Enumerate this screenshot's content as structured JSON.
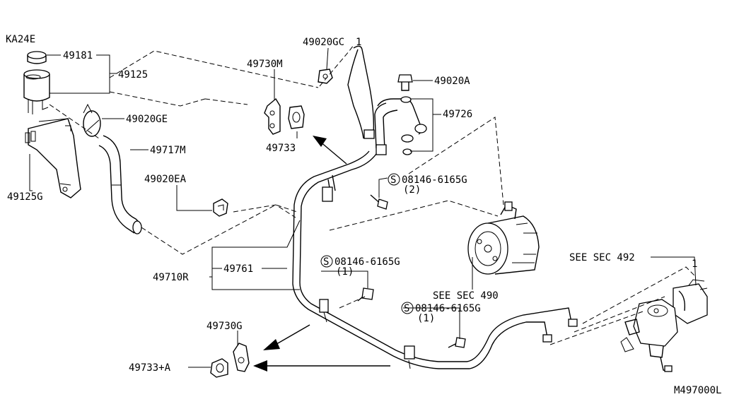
{
  "diagram": {
    "engine": "KA24E",
    "drawing_number": "M497000L",
    "parts": {
      "p49181": "49181",
      "p49125": "49125",
      "p49020GE": "49020GE",
      "p49717M": "49717M",
      "p49125G": "49125G",
      "p49020EA": "49020EA",
      "p49020GC": "49020GC",
      "p49730M": "49730M",
      "p49733": "49733",
      "p49020A": "49020A",
      "p49726": "49726",
      "bolt1": "08146-6165G",
      "bolt1_qty": "(2)",
      "p49710R": "49710R",
      "p49761": "49761",
      "bolt2": "08146-6165G",
      "bolt2_qty": "(1)",
      "see490": "SEE SEC 490",
      "bolt3": "08146-6165G",
      "bolt3_qty": "(1)",
      "see492": "SEE SEC 492",
      "p49730G": "49730G",
      "p49733A": "49733+A"
    },
    "symbols": {
      "s_mark": "S",
      "ref_mark": "1"
    }
  }
}
